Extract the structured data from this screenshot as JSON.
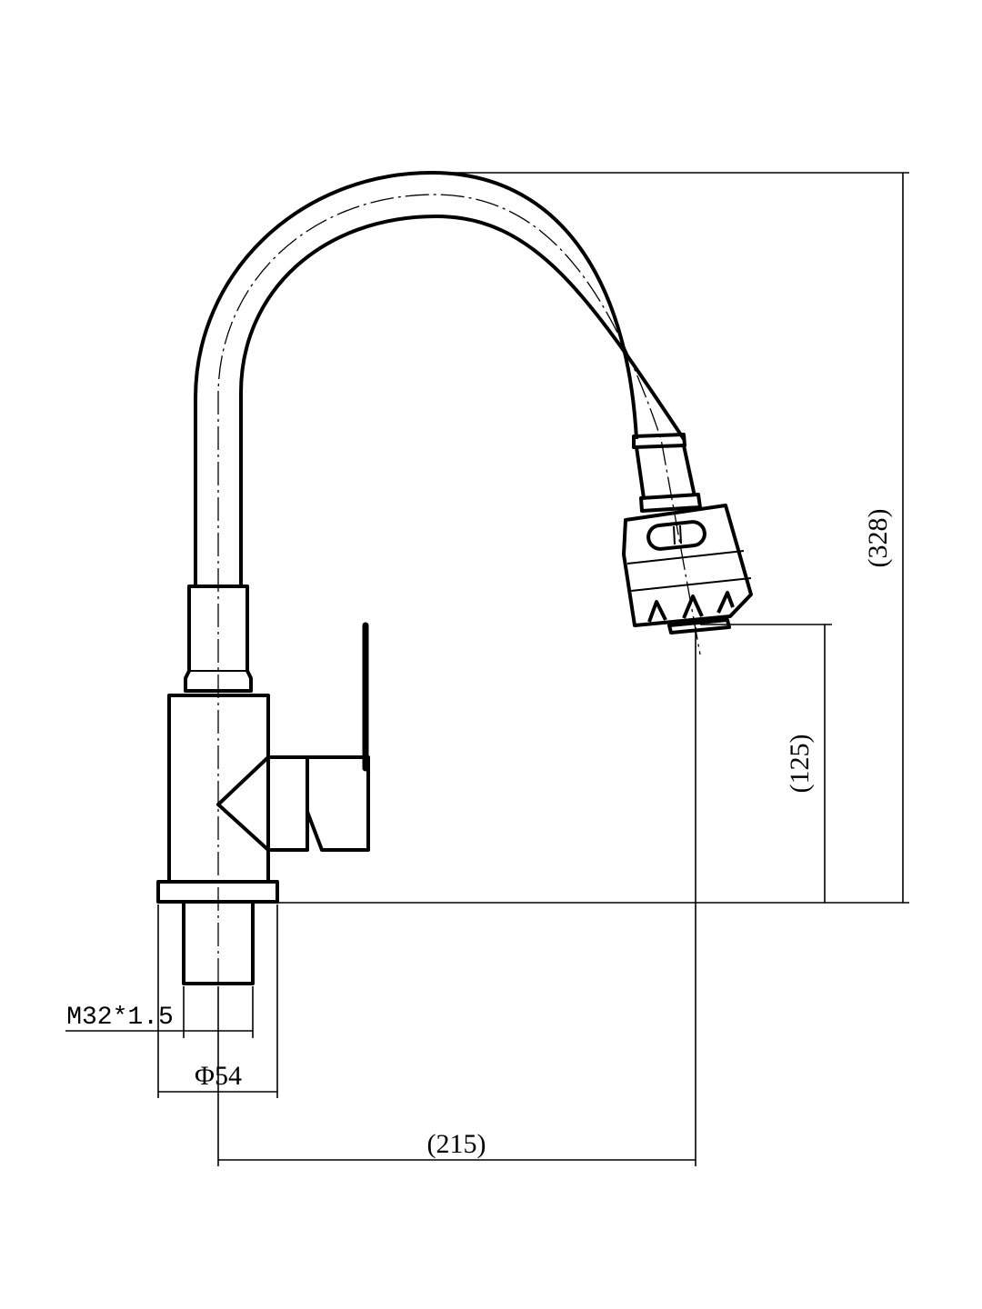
{
  "dimensions": {
    "total_height": "(328)",
    "spout_height": "(125)",
    "reach": "(215)",
    "base_diameter": "Φ54",
    "thread": "M32*1.5"
  }
}
